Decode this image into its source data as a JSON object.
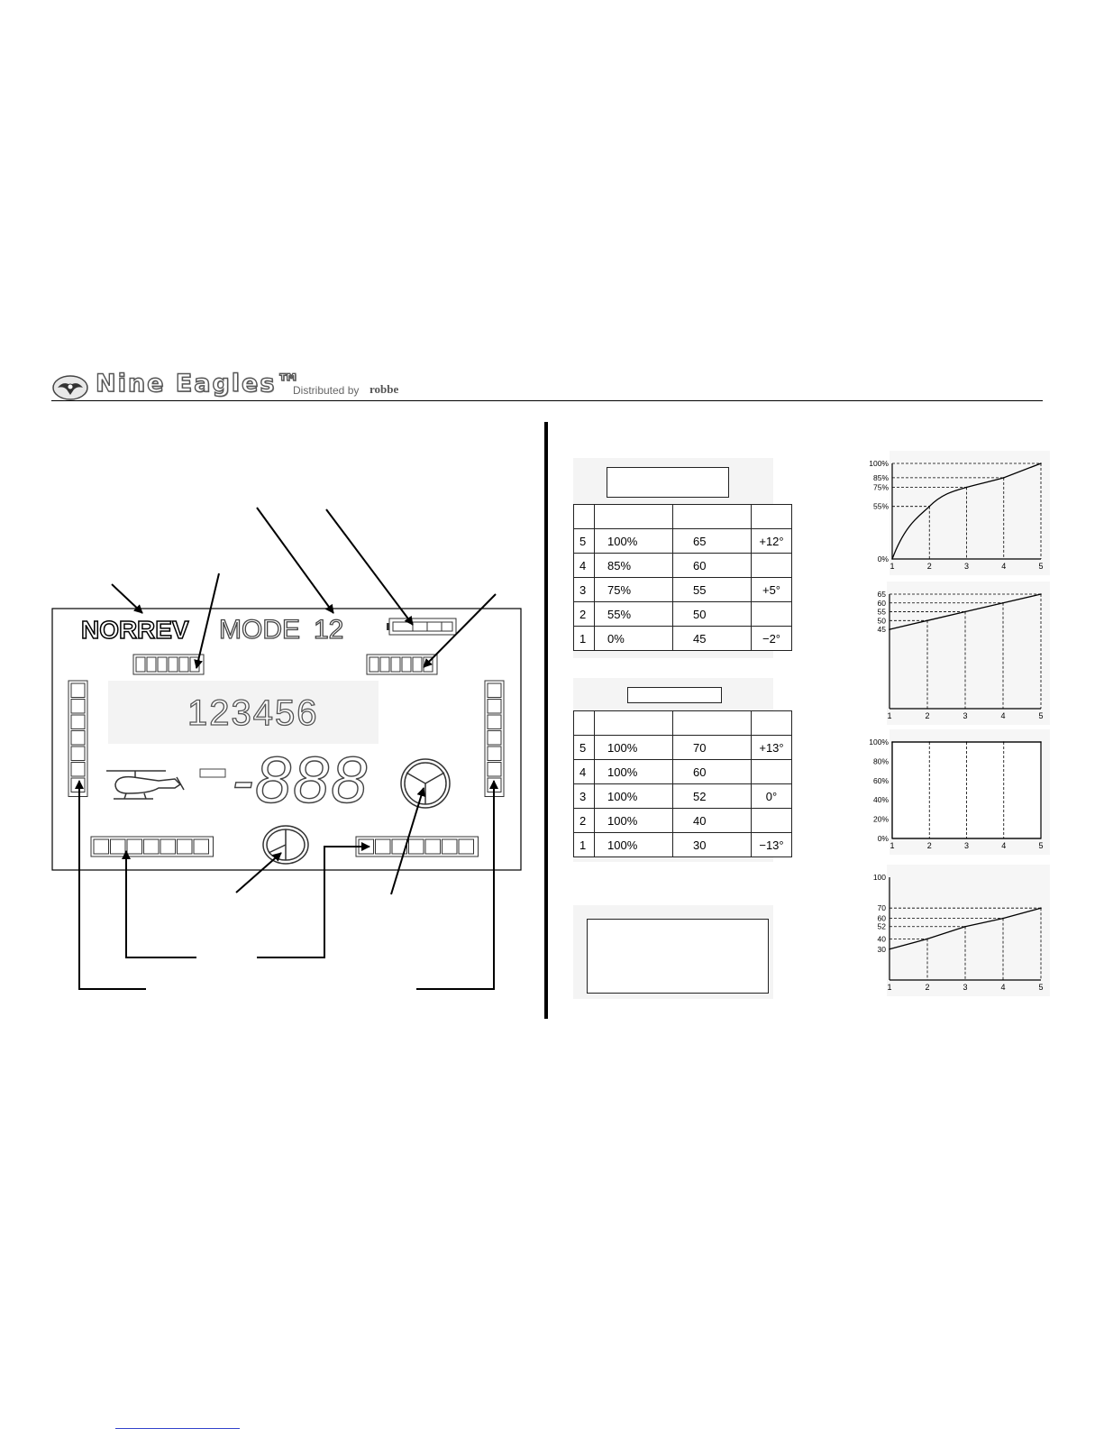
{
  "header": {
    "brand": "Nine Eagles™",
    "distributed_by": "Distributed by",
    "distributor": "robbe"
  },
  "lcd": {
    "mode_label": "NOR",
    "mode_label_2": "REV",
    "mode_text": "MODE",
    "mode_number": "12",
    "channels": "123456",
    "digits": "-888"
  },
  "tables": [
    {
      "rows": [
        {
          "point": "5",
          "pct": "100%",
          "value": "65",
          "deg": "+12°"
        },
        {
          "point": "4",
          "pct": "85%",
          "value": "60",
          "deg": ""
        },
        {
          "point": "3",
          "pct": "75%",
          "value": "55",
          "deg": "+5°"
        },
        {
          "point": "2",
          "pct": "55%",
          "value": "50",
          "deg": ""
        },
        {
          "point": "1",
          "pct": "0%",
          "value": "45",
          "deg": "−2°"
        }
      ]
    },
    {
      "rows": [
        {
          "point": "5",
          "pct": "100%",
          "value": "70",
          "deg": "+13°"
        },
        {
          "point": "4",
          "pct": "100%",
          "value": "60",
          "deg": ""
        },
        {
          "point": "3",
          "pct": "100%",
          "value": "52",
          "deg": "0°"
        },
        {
          "point": "2",
          "pct": "100%",
          "value": "40",
          "deg": ""
        },
        {
          "point": "1",
          "pct": "100%",
          "value": "30",
          "deg": "−13°"
        }
      ]
    }
  ],
  "chart_data": [
    {
      "type": "line",
      "x": [
        1,
        2,
        3,
        4,
        5
      ],
      "y": [
        0,
        55,
        75,
        85,
        100
      ],
      "ytick_labels": [
        "100%",
        "85%",
        "75%",
        "55%",
        "0%"
      ],
      "xtick_labels": [
        "1",
        "2",
        "3",
        "4",
        "5"
      ],
      "ylim": [
        0,
        100
      ],
      "xlim": [
        1,
        5
      ]
    },
    {
      "type": "line",
      "x": [
        1,
        2,
        3,
        4,
        5
      ],
      "y": [
        45,
        50,
        55,
        60,
        65
      ],
      "ytick_labels": [
        "65",
        "60",
        "55",
        "50",
        "45"
      ],
      "xtick_labels": [
        "1",
        "2",
        "3",
        "4",
        "5"
      ],
      "ylim": [
        0,
        65
      ],
      "xlim": [
        1,
        5
      ]
    },
    {
      "type": "line",
      "x": [
        1,
        2,
        3,
        4,
        5
      ],
      "y": [
        100,
        100,
        100,
        100,
        100
      ],
      "ytick_labels": [
        "100%",
        "80%",
        "60%",
        "40%",
        "20%",
        "0%"
      ],
      "xtick_labels": [
        "1",
        "2",
        "3",
        "4",
        "5"
      ],
      "ylim": [
        0,
        100
      ],
      "xlim": [
        1,
        5
      ]
    },
    {
      "type": "line",
      "x": [
        1,
        2,
        3,
        4,
        5
      ],
      "y": [
        30,
        40,
        52,
        60,
        70
      ],
      "ytick_labels": [
        "100",
        "70",
        "60",
        "52",
        "40",
        "30"
      ],
      "xtick_labels": [
        "1",
        "2",
        "3",
        "4",
        "5"
      ],
      "ylim": [
        0,
        100
      ],
      "xlim": [
        1,
        5
      ]
    }
  ]
}
